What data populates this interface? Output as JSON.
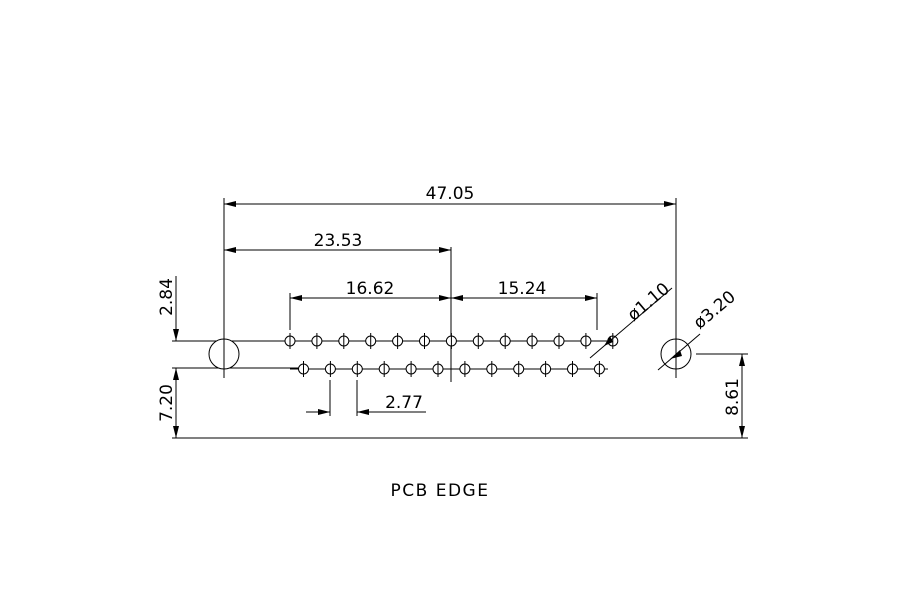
{
  "drawing": {
    "caption": "PCB EDGE",
    "dimensions": {
      "overall_width": "47.05",
      "half_width": "23.53",
      "row_span_left": "16.62",
      "row_span_right": "15.24",
      "pin_pitch": "2.77",
      "top_offset": "2.84",
      "left_to_edge": "7.20",
      "right_to_edge": "8.61",
      "pin_diameter": "ø1.10",
      "mount_hole_diameter": "ø3.20"
    },
    "pin_rows": [
      {
        "name": "top-row",
        "count": 13
      },
      {
        "name": "bottom-row",
        "count": 12
      }
    ],
    "mounting_holes": 2
  }
}
